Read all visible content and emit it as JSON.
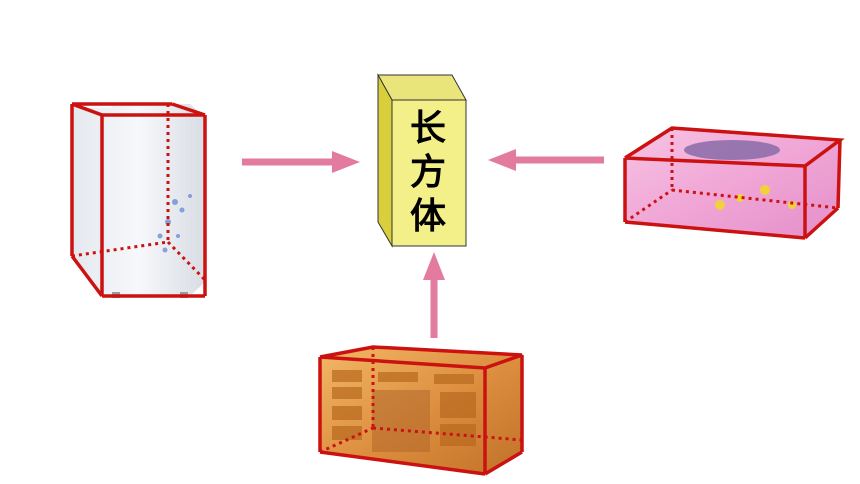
{
  "center": {
    "label_chars": [
      "长",
      "方",
      "体"
    ],
    "colors": {
      "front": "#f3f08a",
      "side": "#d9cf3c",
      "top": "#eae57a",
      "edge": "#333333"
    }
  },
  "objects": [
    {
      "id": "refrigerator",
      "icon": "refrigerator-icon"
    },
    {
      "id": "tissue-box",
      "icon": "tissue-box-icon"
    },
    {
      "id": "desk",
      "icon": "desk-icon"
    }
  ],
  "colors": {
    "arrow": "#e37aa0",
    "box_outline": "#cc1111"
  }
}
